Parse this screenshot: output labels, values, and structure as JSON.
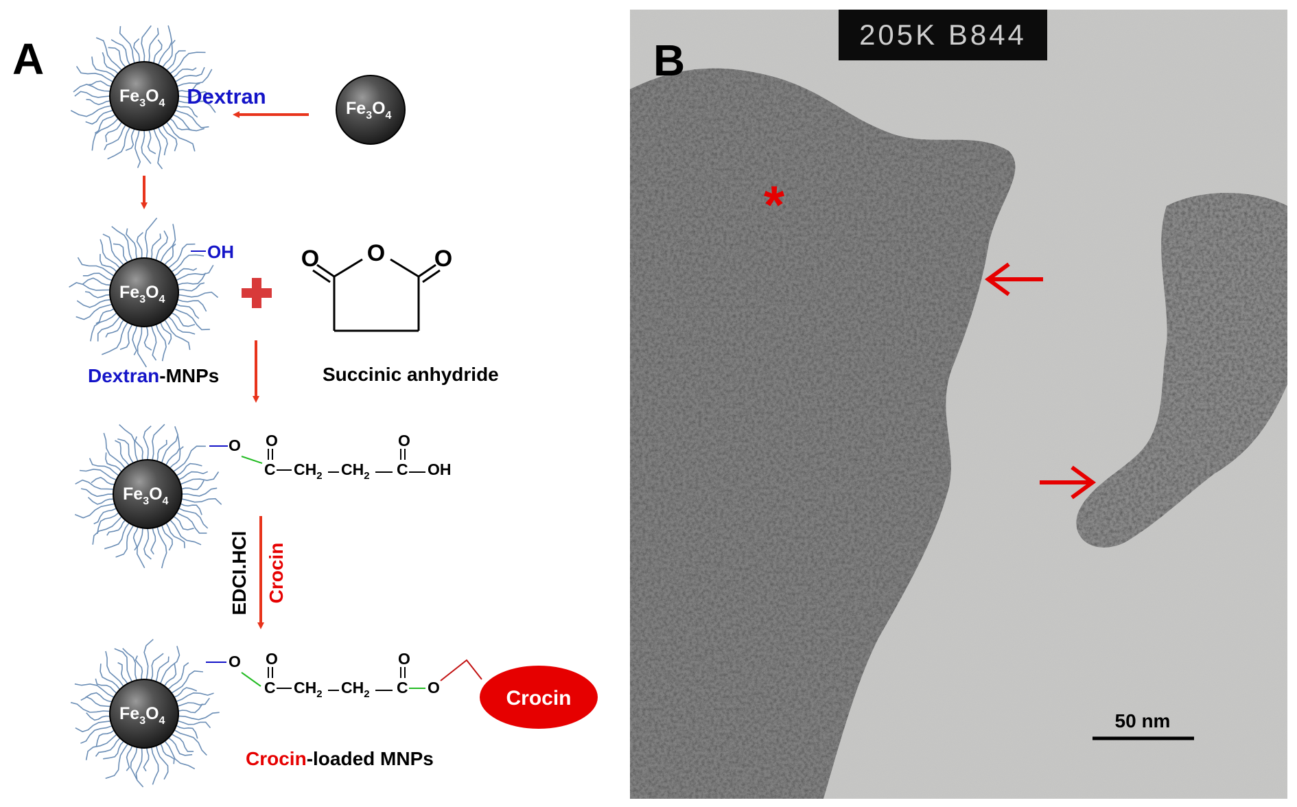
{
  "panel_a": {
    "label": "A",
    "np_label": {
      "main": "Fe",
      "sub1": "3",
      "mid": "O",
      "sub2": "4"
    },
    "dextran_label": "Dextran",
    "oh_label": "OH",
    "dextran_mnps": {
      "part1": "Dextran",
      "part2": "-MNPs"
    },
    "succinic_label": "Succinic anhydride",
    "anhydride_o_ring": "O",
    "anhydride_o_left": "O",
    "anhydride_o_right": "O",
    "chain": {
      "o_link": "O",
      "c1": "C",
      "ch2_a": "CH",
      "ch2_b": "CH",
      "two": "2",
      "c2": "C",
      "oh_end": "OH",
      "o_double": "O"
    },
    "reagent_edci": "EDCI.HCl",
    "reagent_crocin": "Crocin",
    "product_chain": {
      "o_link": "O",
      "c1": "C",
      "ch2_a": "CH",
      "ch2_b": "CH",
      "two": "2",
      "c2": "C",
      "o_ester": "O",
      "o_double": "O"
    },
    "crocin_oval": "Crocin",
    "crocin_mnps": {
      "part1": "Crocin",
      "part2": "-loaded MNPs"
    },
    "colors": {
      "arrow": "#e8341c",
      "dextran_text": "#1414c8",
      "crocin_red": "#e60000",
      "linker_green": "#22bb22",
      "brush": "#6a8db5"
    }
  },
  "panel_b": {
    "label": "B",
    "stamp_text": "205K B844",
    "scale_text": "50 nm",
    "asterisk": "*"
  }
}
